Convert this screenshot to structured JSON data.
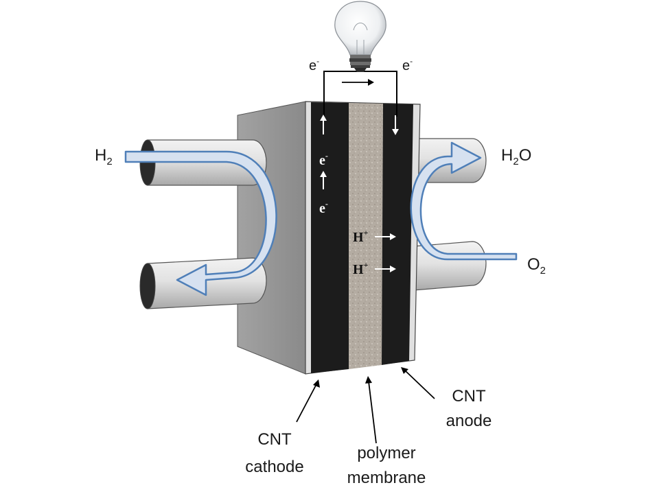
{
  "labels": {
    "gas_in_left": {
      "base": "H",
      "sub": "2"
    },
    "water_out": {
      "pre": "H",
      "sub": "2",
      "post": "O"
    },
    "oxygen_in": {
      "base": "O",
      "sub": "2"
    },
    "electron_left": {
      "base": "e",
      "sup": "-"
    },
    "electron_right": {
      "base": "e",
      "sup": "-"
    },
    "electron_inner_1": {
      "base": "e",
      "sup": "-"
    },
    "electron_inner_2": {
      "base": "e",
      "sup": "-"
    },
    "proton_1": {
      "base": "H",
      "sup": "+"
    },
    "proton_2": {
      "base": "H",
      "sup": "+"
    },
    "cathode_line1": "CNT",
    "cathode_line2": "cathode",
    "membrane_line1": "polymer",
    "membrane_line2": "membrane",
    "anode_line1": "CNT",
    "anode_line2": "anode"
  },
  "colors": {
    "electrode": "#1c1c1c",
    "membrane": "#b5ada3",
    "plate_side": "#9a9a9a",
    "plate_front": "#d9d9d9",
    "pipe": "#d8d8d8",
    "flow_arrow_fill": "#d6e1f0",
    "flow_arrow_stroke": "#4f7fb8"
  },
  "icons": {
    "bulb": "light-bulb-icon"
  }
}
